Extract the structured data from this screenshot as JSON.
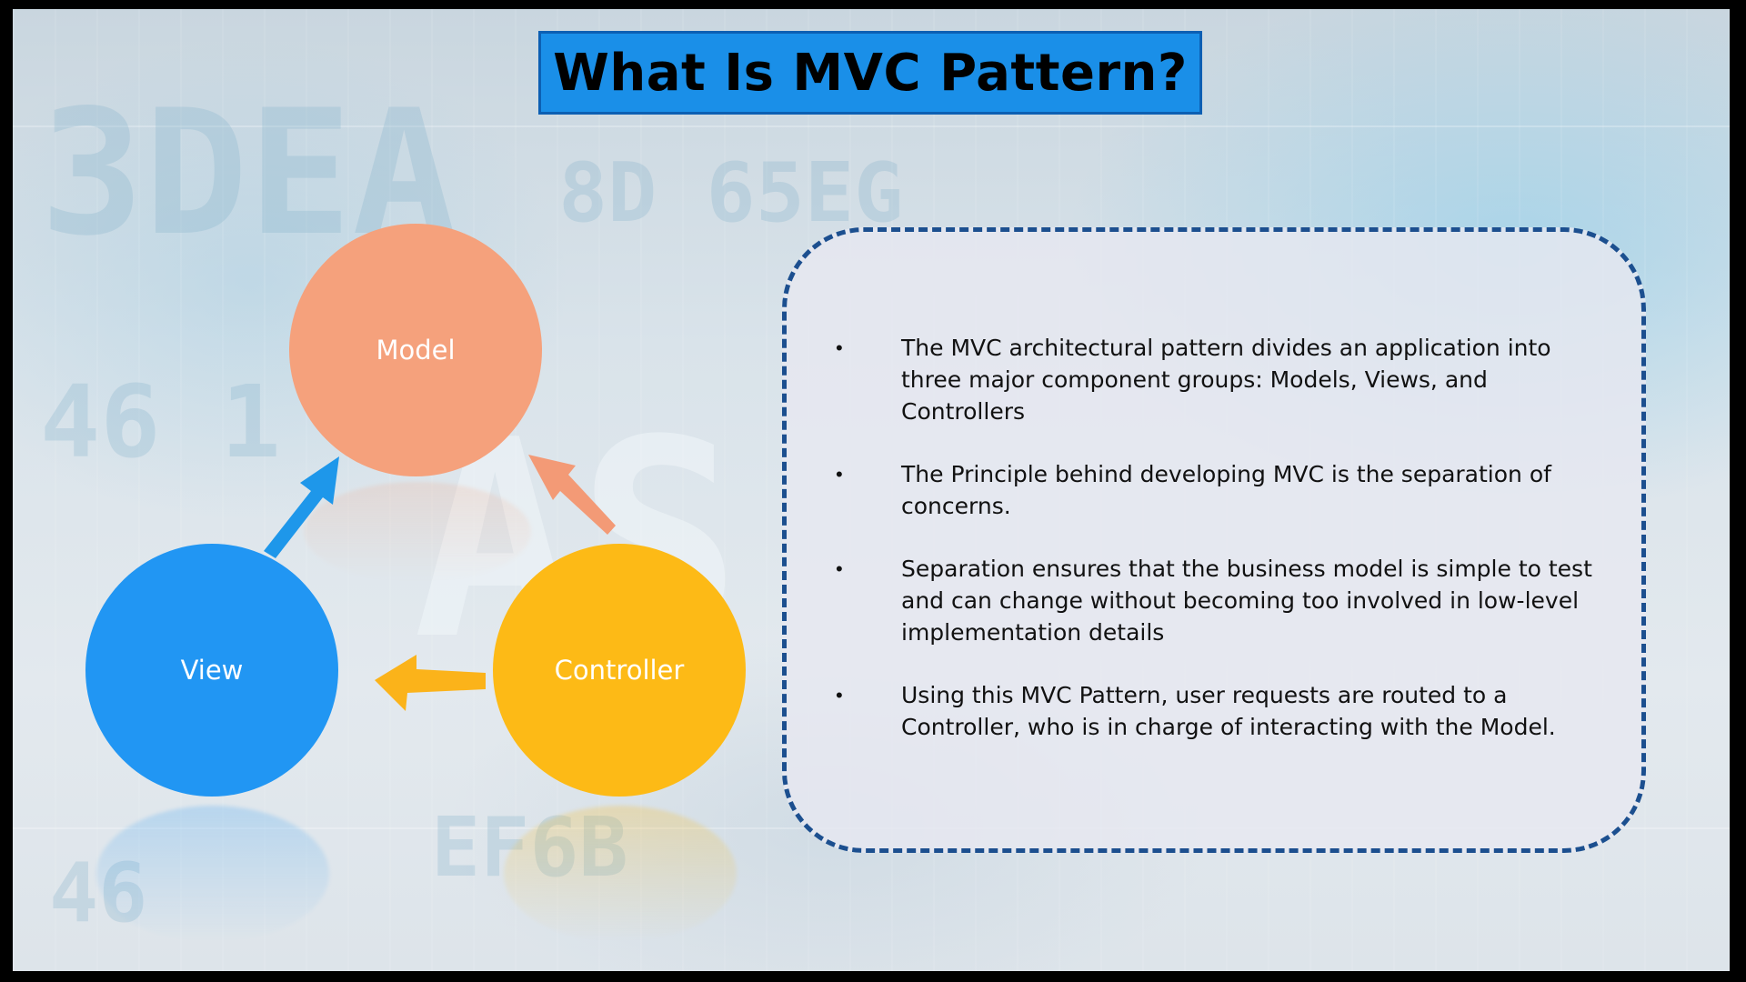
{
  "title": "What Is MVC Pattern?",
  "diagram": {
    "nodes": {
      "model": "Model",
      "view": "View",
      "controller": "Controller"
    },
    "colors": {
      "model": "#f5a17c",
      "view": "#2196f3",
      "controller": "#fdba16",
      "title_bg": "#1a8fe8",
      "dashed_border": "#1c4f8f"
    }
  },
  "bullets": [
    "The MVC architectural pattern divides an application into three major component groups: Models, Views, and Controllers",
    "The Principle behind developing MVC is the separation of concerns.",
    "Separation ensures that the business model is simple to test and can change without becoming too involved in low-level implementation details",
    "Using this MVC Pattern, user requests are routed to a Controller, who is in charge of interacting with the Model."
  ]
}
